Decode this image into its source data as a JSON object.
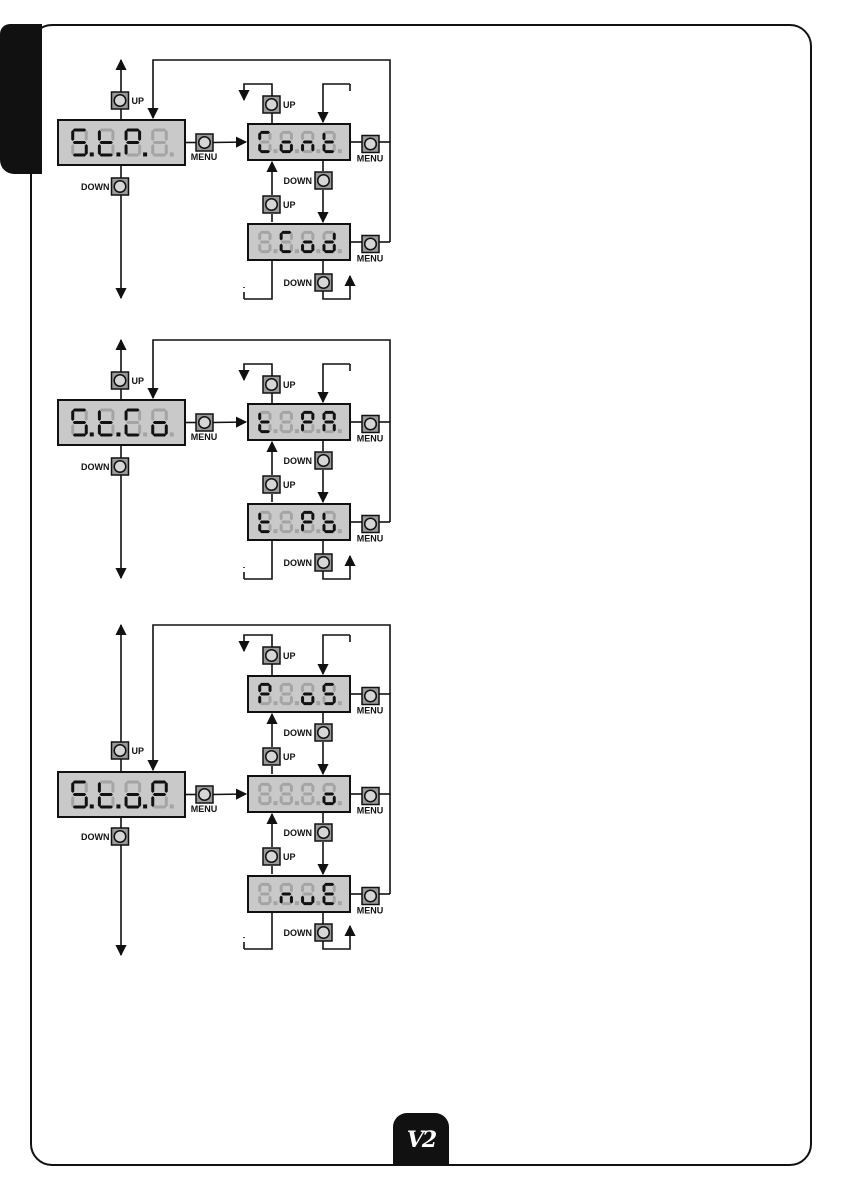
{
  "page": {
    "logo_text": "V2"
  },
  "labels": {
    "up": "UP",
    "down": "DOWN",
    "menu": "MENU"
  },
  "colors": {
    "display_bg": "#c9c9c9",
    "button_bg": "#9a9a9a",
    "lit": "#111111",
    "unlit": "#a4a4a4"
  },
  "blocks": [
    {
      "main": {
        "label": "St.P.8",
        "chars": [
          {
            "c": "S",
            "dot": true
          },
          {
            "c": "t",
            "dot": true
          },
          {
            "c": "P",
            "dot": true
          },
          {
            "c": "8",
            "dot": false,
            "dim": true
          }
        ]
      },
      "subs": [
        {
          "label": "Cont",
          "chars": [
            {
              "c": "C"
            },
            {
              "c": "o"
            },
            {
              "c": "n"
            },
            {
              "c": "t"
            }
          ]
        },
        {
          "label": "8.Cod",
          "chars": [
            {
              "c": "8",
              "dim": true
            },
            {
              "c": "C"
            },
            {
              "c": "o"
            },
            {
              "c": "d"
            }
          ]
        }
      ]
    },
    {
      "main": {
        "label": "St.Co",
        "chars": [
          {
            "c": "S",
            "dot": true
          },
          {
            "c": "t",
            "dot": true
          },
          {
            "c": "C"
          },
          {
            "c": "o"
          }
        ]
      },
      "subs": [
        {
          "label": "t8.P.A",
          "chars": [
            {
              "c": "t"
            },
            {
              "c": "8",
              "dim": true
            },
            {
              "c": "P"
            },
            {
              "c": "A"
            }
          ]
        },
        {
          "label": "t8.P.b",
          "chars": [
            {
              "c": "t"
            },
            {
              "c": "8",
              "dim": true
            },
            {
              "c": "P"
            },
            {
              "c": "b"
            }
          ]
        }
      ]
    },
    {
      "main": {
        "label": "St.o.P",
        "chars": [
          {
            "c": "S",
            "dot": true
          },
          {
            "c": "t",
            "dot": true
          },
          {
            "c": "o",
            "dot": true
          },
          {
            "c": "P"
          }
        ]
      },
      "subs": [
        {
          "label": "Pr.oS",
          "chars": [
            {
              "c": "P"
            },
            {
              "c": "r",
              "dim": true
            },
            {
              "c": "o"
            },
            {
              "c": "S"
            }
          ]
        },
        {
          "label": "888no",
          "chars": [
            {
              "c": "8",
              "dim": true
            },
            {
              "c": "8",
              "dim": true
            },
            {
              "c": "n",
              "dim": true
            },
            {
              "c": "o"
            }
          ]
        },
        {
          "label": "8nuE",
          "chars": [
            {
              "c": "8",
              "dim": true
            },
            {
              "c": "n"
            },
            {
              "c": "u"
            },
            {
              "c": "E"
            }
          ]
        }
      ]
    }
  ]
}
